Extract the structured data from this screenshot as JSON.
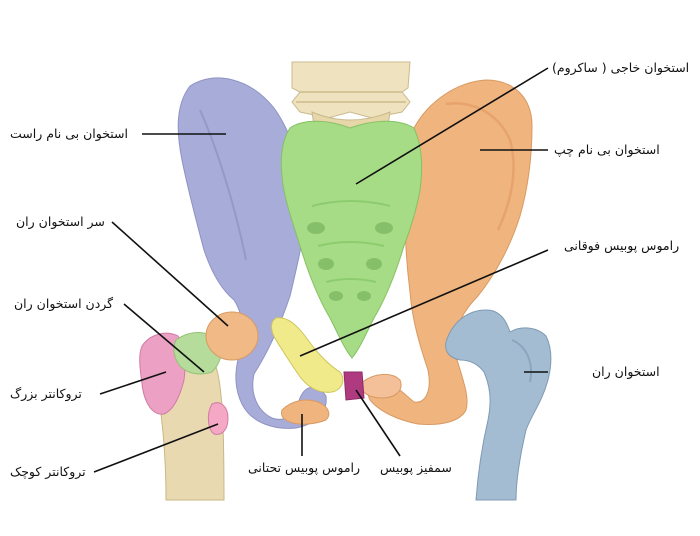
{
  "labels": {
    "sacrum": "استخوان خاجی ( ساکروم)",
    "right_hip": "استخوان بی نام راست",
    "left_hip": "استخوان بی نام چپ",
    "femoral_head": "سر استخوان ران",
    "superior_ramus": "راموس پوبیس فوقانی",
    "femoral_neck": "گردن استخوان ران",
    "femur": "استخوان ران",
    "greater_trochanter": "تروکانتر بزرگ",
    "lesser_trochanter": "تروکانتر کوچک",
    "inferior_ramus": "راموس پوبیس تحتانی",
    "symphysis": "سمفیز پوبیس"
  },
  "colors": {
    "right_hip": "#a8acd8",
    "left_hip": "#f0b47e",
    "sacrum": "#a6dc86",
    "vertebra": "#efe3bf",
    "femur_right_side": "#e8d9b0",
    "femur_left_side": "#a3bcd2",
    "femoral_head": "#f1b986",
    "greater_trochanter": "#eba0c4",
    "lesser_trochanter": "#f4a8c4",
    "superior_ramus": "#f1ea8a",
    "symphysis": "#b03a80"
  }
}
